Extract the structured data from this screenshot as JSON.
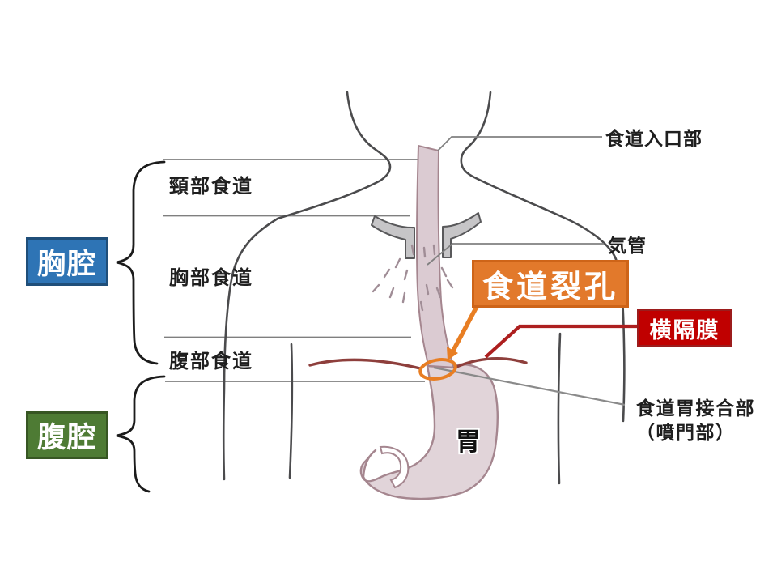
{
  "slide": {
    "labels": {
      "esophageal_inlet": "食道入口部",
      "trachea": "気管",
      "cervical_esophagus": "頸部食道",
      "thoracic_esophagus": "胸部食道",
      "abdominal_esophagus": "腹部食道",
      "stomach": "胃",
      "eg_junction": "食道胃接合部",
      "eg_junction_sub": "（噴門部）"
    },
    "callouts": {
      "thoracic_cavity": {
        "label": "胸腔",
        "fill": "#2E74B5",
        "border": "#1F4E79",
        "text_color": "#FFFFFF"
      },
      "abdominal_cavity": {
        "label": "腹腔",
        "fill": "#4E7B34",
        "border": "#375623",
        "text_color": "#FFFFFF"
      },
      "esophageal_hiatus": {
        "label": "食道裂孔",
        "fill": "#E2792B",
        "border": "#CE6418",
        "text_color": "#FFFFFF"
      },
      "diaphragm": {
        "label": "横隔膜",
        "fill": "#C00000",
        "border": "#9C1C1C",
        "text_color": "#FFFFFF"
      }
    },
    "colors": {
      "background": "#FFFFFF",
      "body_outline": "#4B4B4D",
      "section_line": "#7F7F7F",
      "brace": "#1B1B1B",
      "esophagus_fill": "#DBCBD2",
      "stomach_fill": "#E1D4D9",
      "organ_outline": "#A5868F",
      "trachea_fill": "#C6C5C7",
      "trachea_outline": "#59595B",
      "diaphragm_curve": "#8E3F3C",
      "diaphragm_leader": "#AD1F1F",
      "hiatus_marker": "#E87E23",
      "leader_line": "#808080"
    }
  }
}
